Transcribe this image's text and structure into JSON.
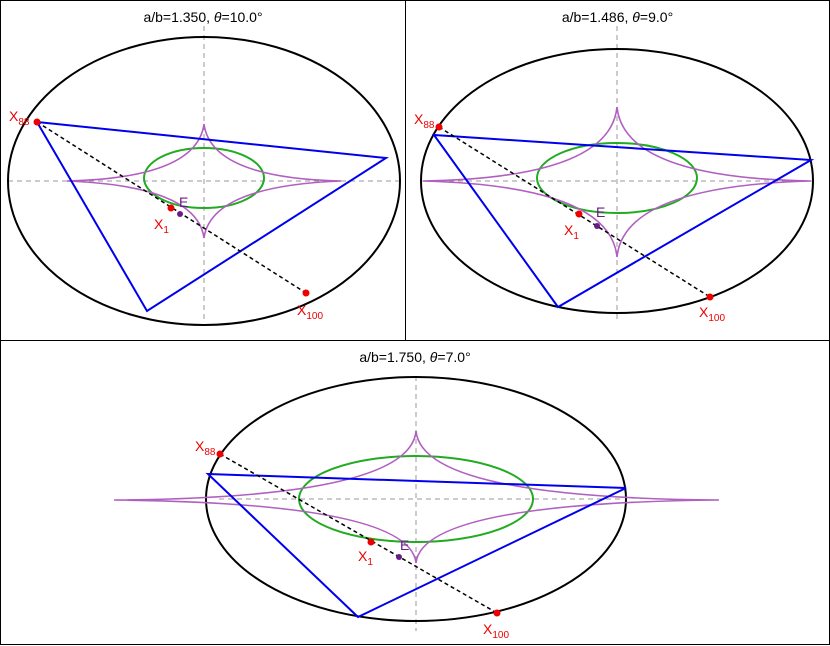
{
  "panels": [
    {
      "ratio": "1.350",
      "theta": "10.0"
    },
    {
      "ratio": "1.486",
      "theta": "9.0"
    },
    {
      "ratio": "1.750",
      "theta": "7.0"
    }
  ],
  "labels": {
    "ratio_prefix": "a/b=",
    "theta_sep": ", ",
    "theta_eq": "=",
    "degree": "°",
    "theta_symbol": "θ",
    "x88_main": "X",
    "x88_sub": "88",
    "x1_main": "X",
    "x1_sub": "1",
    "x100_main": "X",
    "x100_sub": "100",
    "e": "E"
  },
  "colors": {
    "ellipse": "#000000",
    "triangle": "#0000ee",
    "incircle": "#22aa22",
    "astroid": "#b060c0",
    "axes": "#999999",
    "line": "#000000",
    "red_points": "#ee0000",
    "e_point": "#6a1b8a"
  }
}
